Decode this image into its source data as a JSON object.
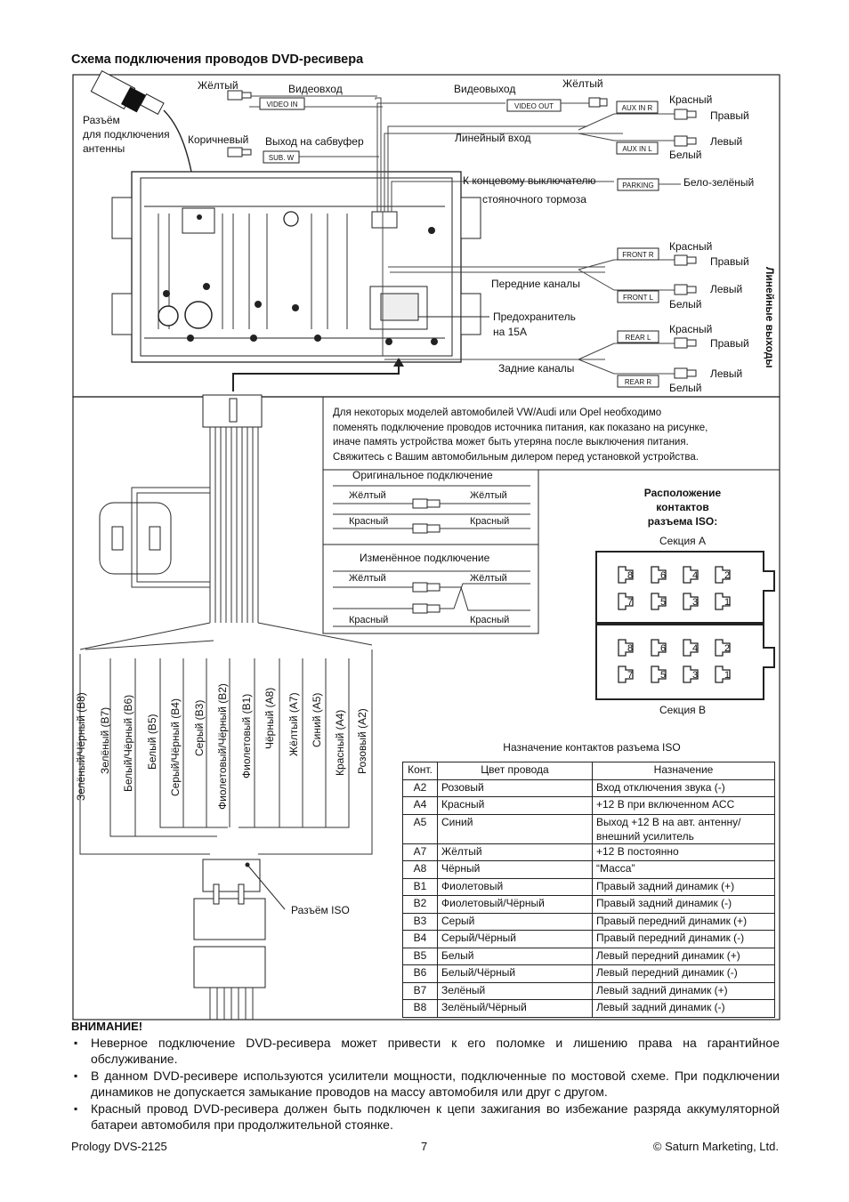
{
  "title": "Схема подключения проводов DVD-ресивера",
  "labels": {
    "yellow_top": "Жёлтый",
    "video_in": "Видеовход",
    "video_in_plate": "VIDEO IN",
    "antenna": [
      "Разъём",
      "для подключения",
      "антенны"
    ],
    "brown": "Коричневый",
    "subwoofer": "Выход на сабвуфер",
    "sub_plate": "SUB. W",
    "video_out": "Видеовыход",
    "yellow_out": "Жёлтый",
    "video_out_plate": "VIDEO OUT",
    "aux_r_plate": "AUX IN R",
    "aux_l_plate": "AUX IN L",
    "red": "Красный",
    "right": "Правый",
    "line_in": "Линейный вход",
    "left": "Левый",
    "white": "Белый",
    "parking_to": "К концевому выключателю",
    "parking_brake": "стояночного тормоза",
    "parking_plate": "PARKING",
    "white_green": "Бело-зелёный",
    "front_r_plate": "FRONT R",
    "front_l_plate": "FRONT L",
    "front_channels": "Передние каналы",
    "fuse": [
      "Предохранитель",
      "на 15А"
    ],
    "rear_l_plate": "REAR L",
    "rear_r_plate": "REAR R",
    "rear_channels": "Задние каналы",
    "line_outputs": "Линейные выходы",
    "iso_connector": "Разъём ISO"
  },
  "notice": [
    "Для некоторых моделей автомобилей VW/Audi или Opel необходимо",
    "поменять подключение проводов источника питания, как показано на рисунке,",
    "иначе память устройства может быть утеряна после выключения питания.",
    "Свяжитесь с Вашим автомобильным дилером перед установкой устройства."
  ],
  "original": {
    "title": "Оригинальное подключение",
    "yellow": "Жёлтый",
    "red": "Красный"
  },
  "modified": {
    "title": "Изменённое подключение",
    "yellow": "Жёлтый",
    "red": "Красный"
  },
  "iso_layout": {
    "title": [
      "Расположение",
      "контактов",
      "разъема ISO:"
    ],
    "section_a": "Секция А",
    "section_b": "Секция В",
    "top_row": [
      "8",
      "6",
      "4",
      "2"
    ],
    "bottom_row": [
      "7",
      "5",
      "3",
      "1"
    ]
  },
  "wires": [
    "Зелёный/Чёрный (В8)",
    "Зелёный (В7)",
    "Белый/Чёрный (В6)",
    "Белый (В5)",
    "Серый/Чёрный (В4)",
    "Серый (В3)",
    "Фиолетовый/Чёрный (В2)",
    "Фиолетовый (В1)",
    "Чёрный (А8)",
    "Жёлтый (А7)",
    "Синий (А5)",
    "Красный (А4)",
    "Розовый (А2)"
  ],
  "table": {
    "title": "Назначение контактов разъема ISO",
    "headers": [
      "Конт.",
      "Цвет провода",
      "Назначение"
    ],
    "rows": [
      [
        "А2",
        "Розовый",
        "Вход отключения звука (-)"
      ],
      [
        "А4",
        "Красный",
        "+12 В при включенном АСС"
      ],
      [
        "А5",
        "Синий",
        "Выход +12 В на авт. антенну/ внешний усилитель"
      ],
      [
        "А7",
        "Жёлтый",
        "+12 В постоянно"
      ],
      [
        "А8",
        "Чёрный",
        "“Масса”"
      ],
      [
        "В1",
        "Фиолетовый",
        "Правый задний динамик (+)"
      ],
      [
        "В2",
        "Фиолетовый/Чёрный",
        "Правый задний динамик (-)"
      ],
      [
        "В3",
        "Серый",
        "Правый передний динамик (+)"
      ],
      [
        "В4",
        "Серый/Чёрный",
        "Правый передний динамик (-)"
      ],
      [
        "В5",
        "Белый",
        "Левый передний динамик (+)"
      ],
      [
        "В6",
        "Белый/Чёрный",
        "Левый передний динамик (-)"
      ],
      [
        "В7",
        "Зелёный",
        "Левый задний динамик (+)"
      ],
      [
        "В8",
        "Зелёный/Чёрный",
        "Левый задний динамик (-)"
      ]
    ]
  },
  "warning": {
    "title": "ВНИМАНИЕ!",
    "items": [
      "Неверное подключение DVD-ресивера может привести к его поломке и лишению права на гарантийное обслуживание.",
      "В данном DVD-ресивере используются усилители мощности, подключенные по мостовой схеме. При подключении динамиков не допускается замыкание проводов на массу автомобиля или друг с другом.",
      "Красный провод DVD-ресивера должен быть подключен к цепи зажигания во избежание разряда аккумуляторной батареи автомобиля при продолжительной стоянке."
    ]
  },
  "footer": {
    "left": "Prology DVS-2125",
    "page": "7",
    "right": "© Saturn Marketing, Ltd."
  }
}
